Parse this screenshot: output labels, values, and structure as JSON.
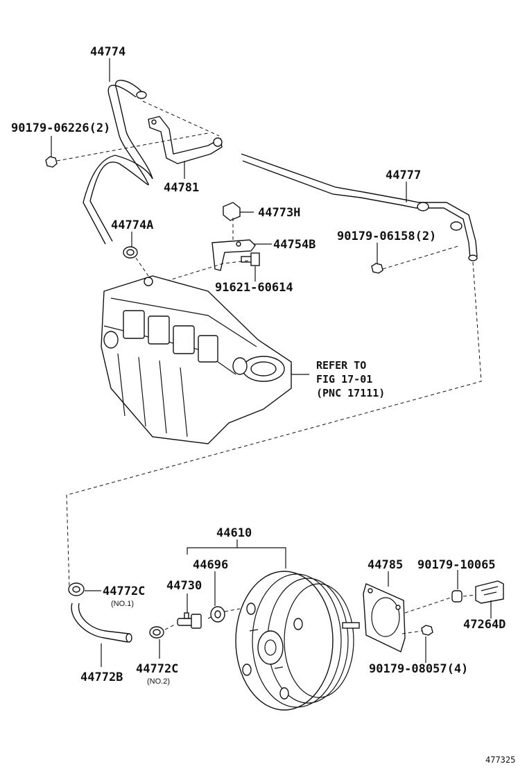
{
  "labels": {
    "p44774": "44774",
    "p90179_06226": "90179-06226(2)",
    "p44781": "44781",
    "p44777": "44777",
    "p44773h": "44773H",
    "p44774a": "44774A",
    "p44754b": "44754B",
    "p90179_06158": "90179-06158(2)",
    "p91621": "91621-60614",
    "refer_line1": "REFER TO",
    "refer_line2": "FIG 17-01",
    "refer_line3": "(PNC 17111)",
    "p44610": "44610",
    "p44696": "44696",
    "p44785": "44785",
    "p90179_10065": "90179-10065",
    "p44730": "44730",
    "p44772c_1": "44772C",
    "p44772c_1_sub": "(NO.1)",
    "p47264d": "47264D",
    "p44772b": "44772B",
    "p44772c_2": "44772C",
    "p44772c_2_sub": "(NO.2)",
    "p90179_08057": "90179-08057(4)",
    "illustration_id": "477325"
  }
}
